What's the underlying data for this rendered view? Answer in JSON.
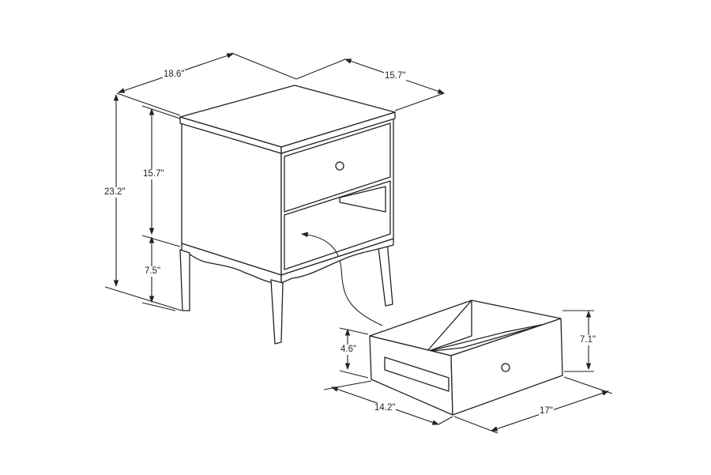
{
  "dimensions": {
    "width_top": "18.6\"",
    "depth_top": "15.7\"",
    "total_height": "23.2\"",
    "body_height": "15.7\"",
    "leg_height": "7.5\"",
    "drawer_side_height": "4.6\"",
    "drawer_front_height": "7.1\"",
    "drawer_depth": "14.2\"",
    "drawer_width": "17\""
  },
  "colors": {
    "line": "#222222",
    "background": "#ffffff"
  }
}
